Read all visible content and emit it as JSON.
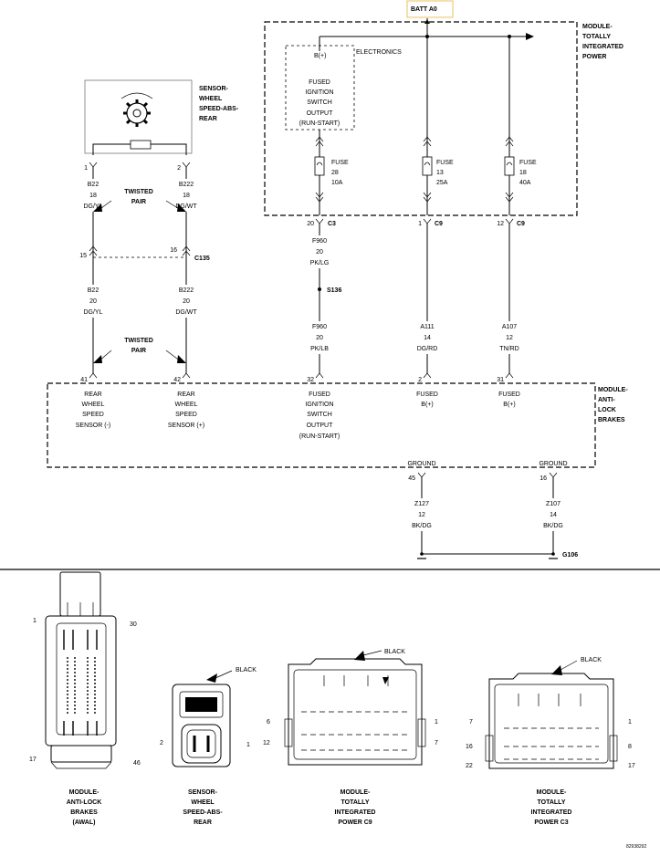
{
  "batt": "BATT A0",
  "tipm": {
    "title": [
      "MODULE-",
      "TOTALLY",
      "INTEGRATED",
      "POWER"
    ],
    "b_plus": "B(+)",
    "electronics": "ELECTRONICS",
    "output": [
      "FUSED",
      "IGNITION",
      "SWITCH",
      "OUTPUT",
      "(RUN-START)"
    ],
    "fuses": [
      {
        "l1": "FUSE",
        "l2": "28",
        "l3": "10A"
      },
      {
        "l1": "FUSE",
        "l2": "13",
        "l3": "25A"
      },
      {
        "l1": "FUSE",
        "l2": "18",
        "l3": "40A"
      }
    ],
    "pins": [
      {
        "num": "20",
        "conn": "C3"
      },
      {
        "num": "1",
        "conn": "C9"
      },
      {
        "num": "12",
        "conn": "C9"
      }
    ]
  },
  "sensor": {
    "title": [
      "SENSOR-",
      "WHEEL",
      "SPEED-ABS-",
      "REAR"
    ],
    "pin1": "1",
    "pin2": "2",
    "wire_left": [
      "B22",
      "18",
      "DG/YL"
    ],
    "wire_right": [
      "B222",
      "18",
      "DG/WT"
    ],
    "twisted1": [
      "TWISTED",
      "PAIR"
    ],
    "c135_left": "15",
    "c135_right": "16",
    "c135": "C135",
    "wire_left2": [
      "B22",
      "20",
      "DG/YL"
    ],
    "wire_right2": [
      "B222",
      "20",
      "DG/WT"
    ],
    "twisted2": [
      "TWISTED",
      "PAIR"
    ]
  },
  "circuits": {
    "f960_top": [
      "F960",
      "20",
      "PK/LG"
    ],
    "splice": "S136",
    "f960_bot": [
      "F960",
      "20",
      "PK/LB"
    ],
    "a111": [
      "A111",
      "14",
      "DG/RD"
    ],
    "a107": [
      "A107",
      "12",
      "TN/RD"
    ]
  },
  "abs": {
    "title": [
      "MODULE-",
      "ANTI-",
      "LOCK",
      "BRAKES"
    ],
    "pins": [
      "41",
      "42",
      "32",
      "2",
      "31"
    ],
    "labels": [
      [
        "REAR",
        "WHEEL",
        "SPEED",
        "SENSOR (-)"
      ],
      [
        "REAR",
        "WHEEL",
        "SPEED",
        "SENSOR (+)"
      ],
      [
        "FUSED",
        "IGNITION",
        "SWITCH",
        "OUTPUT",
        "(RUN-START)"
      ],
      [
        "FUSED",
        "B(+)"
      ],
      [
        "FUSED",
        "B(+)"
      ]
    ],
    "ground": "GROUND",
    "gpin1": "45",
    "gpin2": "16",
    "z127": [
      "Z127",
      "12",
      "BK/DG"
    ],
    "z107": [
      "Z107",
      "14",
      "BK/DG"
    ],
    "g106": "G106"
  },
  "connectors": {
    "abs": {
      "pins": [
        "1",
        "30",
        "17",
        "46"
      ],
      "caption": [
        "MODULE-",
        "ANTI-LOCK",
        "BRAKES",
        "(AWAL)"
      ]
    },
    "sensor": {
      "black": "BLACK",
      "pins": [
        "2",
        "1"
      ],
      "caption": [
        "SENSOR-",
        "WHEEL",
        "SPEED-ABS-",
        "REAR"
      ]
    },
    "c9": {
      "black": "BLACK",
      "pins": [
        "6",
        "1",
        "12",
        "7"
      ],
      "caption": [
        "MODULE-",
        "TOTALLY",
        "INTEGRATED",
        "POWER C9"
      ]
    },
    "c3": {
      "black": "BLACK",
      "pins": [
        "7",
        "1",
        "16",
        "8",
        "22",
        "17"
      ],
      "caption": [
        "MODULE-",
        "TOTALLY",
        "INTEGRATED",
        "POWER C3"
      ]
    }
  },
  "ref": "82938292"
}
